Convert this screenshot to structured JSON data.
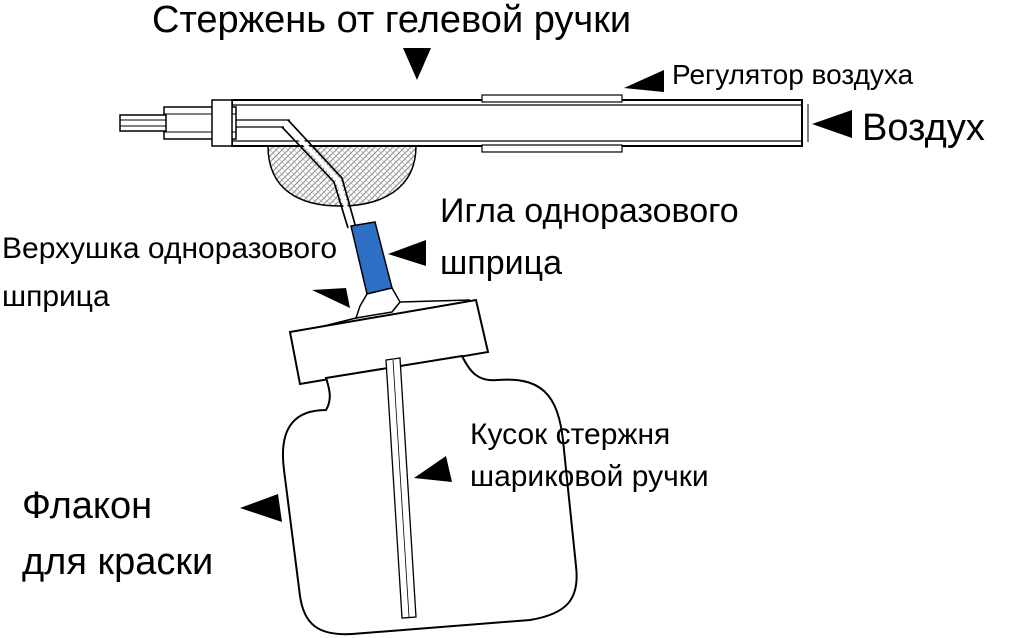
{
  "labels": {
    "rod": "Стержень от гелевой ручки",
    "air_regulator": "Регулятор воздуха",
    "air": "Воздух",
    "needle_line1": "Игла одноразового",
    "needle_line2": "шприца",
    "tip_line1": "Верхушка одноразового",
    "tip_line2": "шприца",
    "pen_piece_line1": "Кусок стержня",
    "pen_piece_line2": "шариковой ручки",
    "bottle_line1": "Флакон",
    "bottle_line2": "для краски"
  },
  "colors": {
    "needle_tip": "#2d6fc4",
    "outline": "#000000",
    "glue": "#d9d9d9"
  }
}
